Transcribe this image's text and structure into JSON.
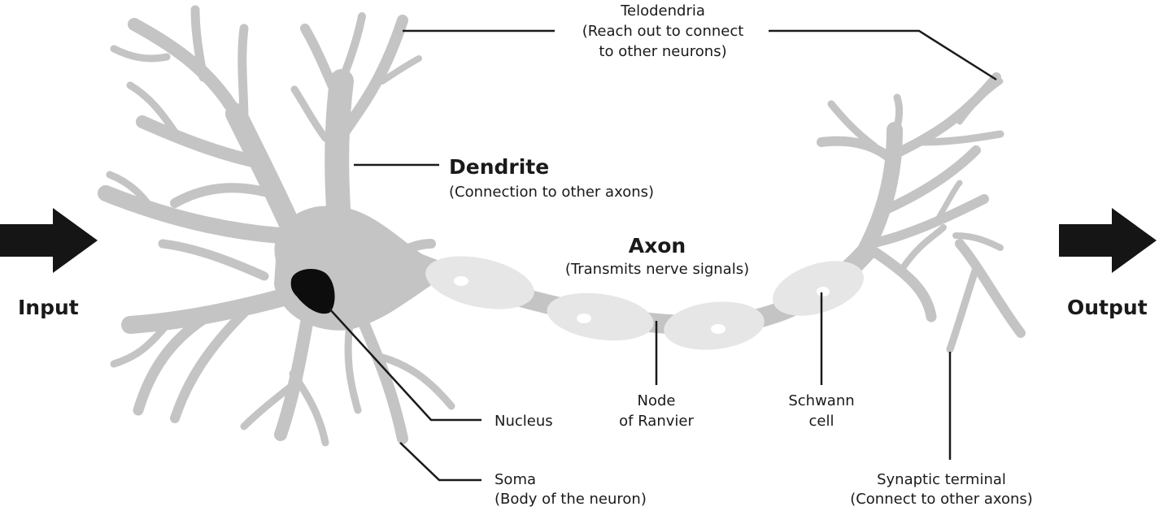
{
  "colors": {
    "neuron": "#c4c4c4",
    "myelin": "#e6e6e6",
    "nucleus": "#0d0d0d",
    "arrow": "#151515",
    "line": "#1a1a1a",
    "text": "#1a1a1a"
  },
  "io": {
    "input": "Input",
    "output": "Output"
  },
  "labels": {
    "telodendria": {
      "title": "Telodendria",
      "line1": "(Reach out to connect",
      "line2": "to other neurons)"
    },
    "dendrite": {
      "title": "Dendrite",
      "desc": "(Connection to other axons)"
    },
    "axon": {
      "title": "Axon",
      "desc": "(Transmits nerve signals)"
    },
    "nucleus": {
      "title": "Nucleus"
    },
    "soma": {
      "title": "Soma",
      "desc": "(Body of the neuron)"
    },
    "node": {
      "line1": "Node",
      "line2": "of Ranvier"
    },
    "schwann": {
      "line1": "Schwann",
      "line2": "cell"
    },
    "synaptic": {
      "title": "Synaptic terminal",
      "desc": "(Connect to other axons)"
    }
  }
}
